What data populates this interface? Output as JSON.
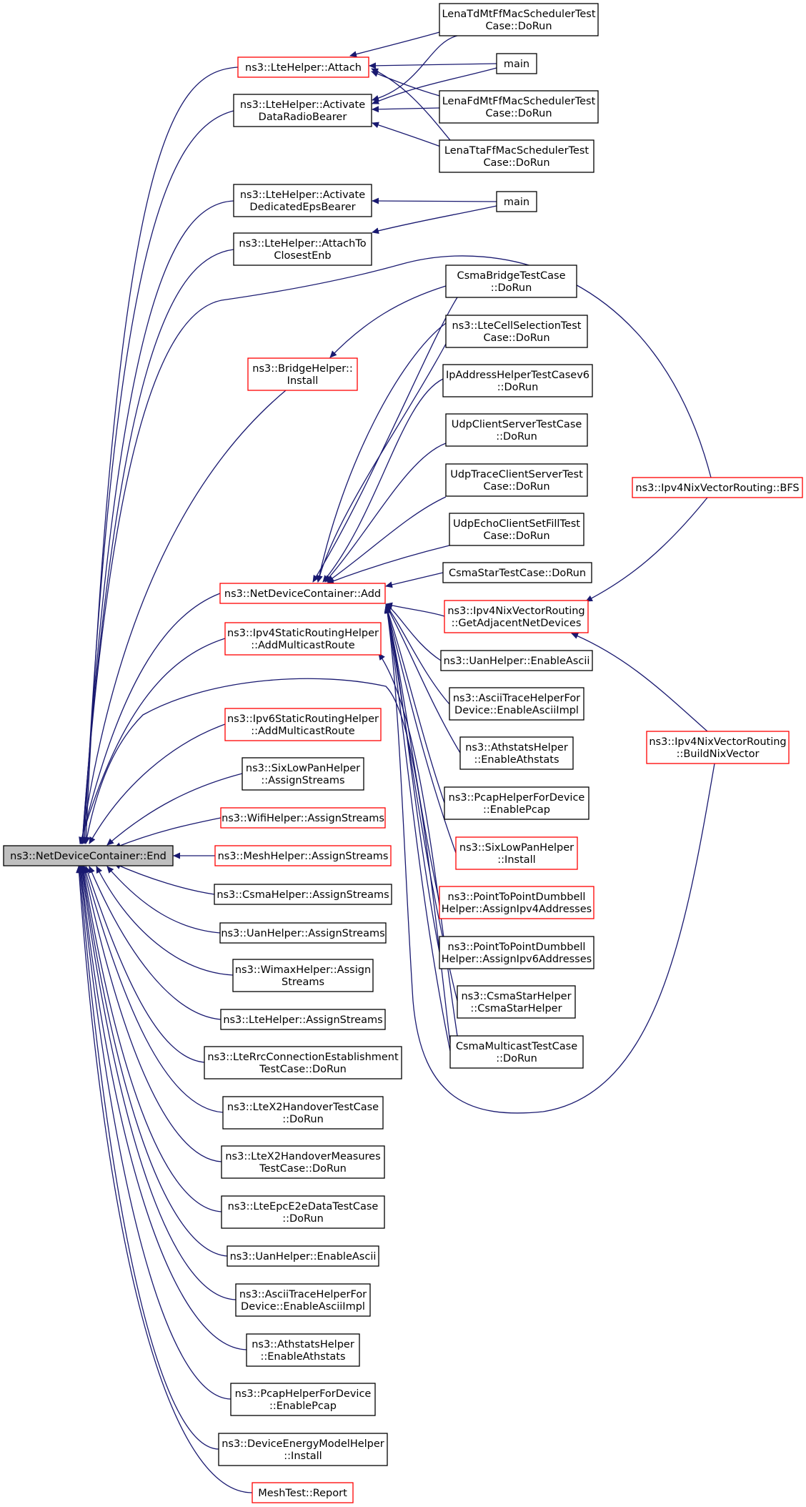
{
  "colors": {
    "edge": "#191970",
    "node_border_black": "#000000",
    "node_border_red": "#ff0000",
    "root_fill": "#bfbfbf",
    "node_fill": "#ffffff"
  },
  "nodes": {
    "root": {
      "lines": [
        "ns3::NetDeviceContainer::End"
      ],
      "style": "root"
    },
    "lte_attach": {
      "lines": [
        "ns3::LteHelper::Attach"
      ],
      "style": "red"
    },
    "lte_act_drb": {
      "lines": [
        "ns3::LteHelper::Activate",
        "DataRadioBearer"
      ],
      "style": "black"
    },
    "lte_act_eps": {
      "lines": [
        "ns3::LteHelper::Activate",
        "DedicatedEpsBearer"
      ],
      "style": "black"
    },
    "lte_attach_closest": {
      "lines": [
        "ns3::LteHelper::AttachTo",
        "ClosestEnb"
      ],
      "style": "black"
    },
    "bridge_install": {
      "lines": [
        "ns3::BridgeHelper::",
        "Install"
      ],
      "style": "red"
    },
    "ndc_add": {
      "lines": [
        "ns3::NetDeviceContainer::Add"
      ],
      "style": "red"
    },
    "ipv4_static_amr": {
      "lines": [
        "ns3::Ipv4StaticRoutingHelper",
        "::AddMulticastRoute"
      ],
      "style": "red"
    },
    "ipv6_static_amr": {
      "lines": [
        "ns3::Ipv6StaticRoutingHelper",
        "::AddMulticastRoute"
      ],
      "style": "red"
    },
    "sixlowpan_as": {
      "lines": [
        "ns3::SixLowPanHelper",
        "::AssignStreams"
      ],
      "style": "black"
    },
    "wifi_as": {
      "lines": [
        "ns3::WifiHelper::AssignStreams"
      ],
      "style": "red"
    },
    "mesh_as": {
      "lines": [
        "ns3::MeshHelper::AssignStreams"
      ],
      "style": "red"
    },
    "csma_as": {
      "lines": [
        "ns3::CsmaHelper::AssignStreams"
      ],
      "style": "black"
    },
    "uan_as": {
      "lines": [
        "ns3::UanHelper::AssignStreams"
      ],
      "style": "black"
    },
    "wimax_as": {
      "lines": [
        "ns3::WimaxHelper::Assign",
        "Streams"
      ],
      "style": "black"
    },
    "lte_as": {
      "lines": [
        "ns3::LteHelper::AssignStreams"
      ],
      "style": "black"
    },
    "lte_rrc": {
      "lines": [
        "ns3::LteRrcConnectionEstablishment",
        "TestCase::DoRun"
      ],
      "style": "black"
    },
    "ltex2_ho": {
      "lines": [
        "ns3::LteX2HandoverTestCase",
        "::DoRun"
      ],
      "style": "black"
    },
    "ltex2_hom": {
      "lines": [
        "ns3::LteX2HandoverMeasures",
        "TestCase::DoRun"
      ],
      "style": "black"
    },
    "lte_epc_e2e": {
      "lines": [
        "ns3::LteEpcE2eDataTestCase",
        "::DoRun"
      ],
      "style": "black"
    },
    "uan_ea_l": {
      "lines": [
        "ns3::UanHelper::EnableAscii"
      ],
      "style": "black"
    },
    "ascii_l": {
      "lines": [
        "ns3::AsciiTraceHelperFor",
        "Device::EnableAsciiImpl"
      ],
      "style": "black"
    },
    "athstats_l": {
      "lines": [
        "ns3::AthstatsHelper",
        "::EnableAthstats"
      ],
      "style": "black"
    },
    "pcap_l": {
      "lines": [
        "ns3::PcapHelperForDevice",
        "::EnablePcap"
      ],
      "style": "black"
    },
    "energy_install": {
      "lines": [
        "ns3::DeviceEnergyModelHelper",
        "::Install"
      ],
      "style": "black"
    },
    "mesh_report": {
      "lines": [
        "MeshTest::Report"
      ],
      "style": "red"
    },
    "lena_td": {
      "lines": [
        "LenaTdMtFfMacSchedulerTest",
        "Case::DoRun"
      ],
      "style": "black"
    },
    "main1": {
      "lines": [
        "main"
      ],
      "style": "black"
    },
    "lena_fd": {
      "lines": [
        "LenaFdMtFfMacSchedulerTest",
        "Case::DoRun"
      ],
      "style": "black"
    },
    "lena_tta": {
      "lines": [
        "LenaTtaFfMacSchedulerTest",
        "Case::DoRun"
      ],
      "style": "black"
    },
    "main2": {
      "lines": [
        "main"
      ],
      "style": "black"
    },
    "csma_bridge": {
      "lines": [
        "CsmaBridgeTestCase",
        "::DoRun"
      ],
      "style": "black"
    },
    "lte_cell_sel": {
      "lines": [
        "ns3::LteCellSelectionTest",
        "Case::DoRun"
      ],
      "style": "black"
    },
    "ipaddr_v6": {
      "lines": [
        "IpAddressHelperTestCasev6",
        "::DoRun"
      ],
      "style": "black"
    },
    "udp_cs": {
      "lines": [
        "UdpClientServerTestCase",
        "::DoRun"
      ],
      "style": "black"
    },
    "udp_trace": {
      "lines": [
        "UdpTraceClientServerTest",
        "Case::DoRun"
      ],
      "style": "black"
    },
    "udp_echo": {
      "lines": [
        "UdpEchoClientSetFillTest",
        "Case::DoRun"
      ],
      "style": "black"
    },
    "csma_star": {
      "lines": [
        "CsmaStarTestCase::DoRun"
      ],
      "style": "black"
    },
    "nix_gand": {
      "lines": [
        "ns3::Ipv4NixVectorRouting",
        "::GetAdjacentNetDevices"
      ],
      "style": "red"
    },
    "uan_ea_r": {
      "lines": [
        "ns3::UanHelper::EnableAscii"
      ],
      "style": "black"
    },
    "ascii_r": {
      "lines": [
        "ns3::AsciiTraceHelperFor",
        "Device::EnableAsciiImpl"
      ],
      "style": "black"
    },
    "athstats_r": {
      "lines": [
        "ns3::AthstatsHelper",
        "::EnableAthstats"
      ],
      "style": "black"
    },
    "pcap_r": {
      "lines": [
        "ns3::PcapHelperForDevice",
        "::EnablePcap"
      ],
      "style": "black"
    },
    "sixlowpan_install": {
      "lines": [
        "ns3::SixLowPanHelper",
        "::Install"
      ],
      "style": "red"
    },
    "p2p_ipv4": {
      "lines": [
        "ns3::PointToPointDumbbell",
        "Helper::AssignIpv4Addresses"
      ],
      "style": "red"
    },
    "p2p_ipv6": {
      "lines": [
        "ns3::PointToPointDumbbell",
        "Helper::AssignIpv6Addresses"
      ],
      "style": "black"
    },
    "csma_star_helper": {
      "lines": [
        "ns3::CsmaStarHelper",
        "::CsmaStarHelper"
      ],
      "style": "black"
    },
    "csma_mc": {
      "lines": [
        "CsmaMulticastTestCase",
        "::DoRun"
      ],
      "style": "black"
    },
    "nix_bfs": {
      "lines": [
        "ns3::Ipv4NixVectorRouting::BFS"
      ],
      "style": "red"
    },
    "nix_bnv": {
      "lines": [
        "ns3::Ipv4NixVectorRouting",
        "::BuildNixVector"
      ],
      "style": "red"
    }
  }
}
